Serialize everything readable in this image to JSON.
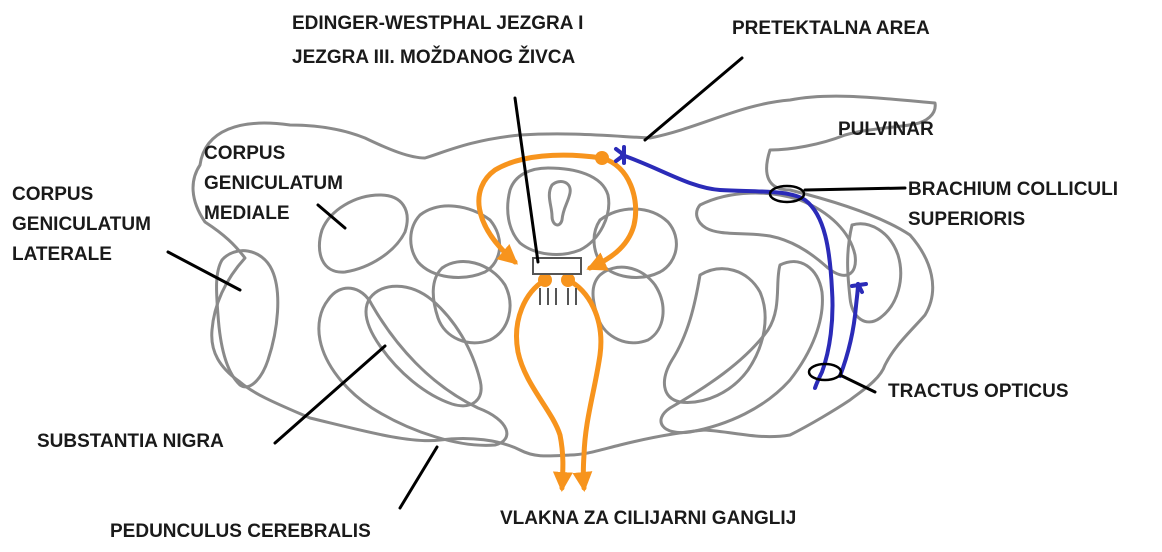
{
  "labels": {
    "edinger_line1": "EDINGER-WESTPHAL JEZGRA I",
    "edinger_line2": "JEZGRA III. MOŽDANOG ŽIVCA",
    "pretektalna": "PRETEKTALNA AREA",
    "pulvinar": "PULVINAR",
    "cgm_line1": "CORPUS",
    "cgm_line2": "GENICULATUM",
    "cgm_line3": "MEDIALE",
    "cgl_line1": "CORPUS",
    "cgl_line2": "GENICULATUM",
    "cgl_line3": "LATERALE",
    "brachium_line1": "BRACHIUM COLLICULI",
    "brachium_line2": "SUPERIORIS",
    "tractus": "TRACTUS OPTICUS",
    "substantia": "SUBSTANTIA NIGRA",
    "pedunculus": "PEDUNCULUS CEREBRALIS",
    "vlakna": "VLAKNA ZA CILIJARNI GANGLIJ"
  },
  "colors": {
    "outline": "#8a8a8a",
    "pupillary_pathway": "#f7941d",
    "optic_pathway": "#2b2bb8",
    "pointer": "#000000",
    "text": "#1a1a1a"
  }
}
